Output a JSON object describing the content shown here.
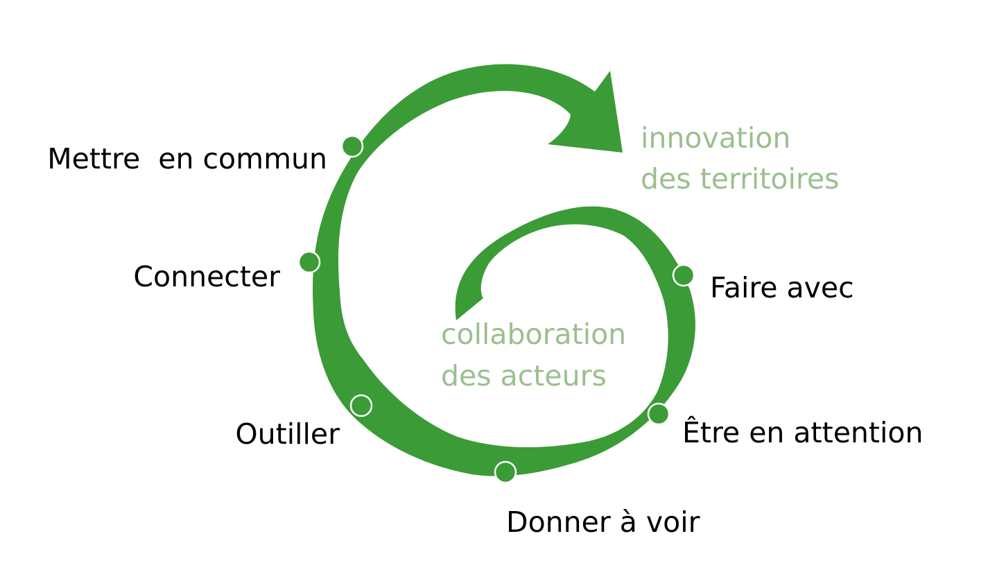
{
  "colors": {
    "spiral": "#3b9b37",
    "node": "#3b9b37",
    "concept_text": "#9bbf8f",
    "step_text": "#000000"
  },
  "concepts": {
    "outer": {
      "line1": "innovation",
      "line2": "des territoires"
    },
    "inner": {
      "line1": "collaboration",
      "line2": "des acteurs"
    }
  },
  "steps": [
    {
      "id": "mettre-en-commun",
      "label": "Mettre  en commun"
    },
    {
      "id": "connecter",
      "label": "Connecter"
    },
    {
      "id": "outiller",
      "label": "Outiller"
    },
    {
      "id": "donner-a-voir",
      "label": "Donner à voir"
    },
    {
      "id": "etre-en-attention",
      "label": "Être en attention"
    },
    {
      "id": "faire-avec",
      "label": "Faire avec"
    }
  ]
}
